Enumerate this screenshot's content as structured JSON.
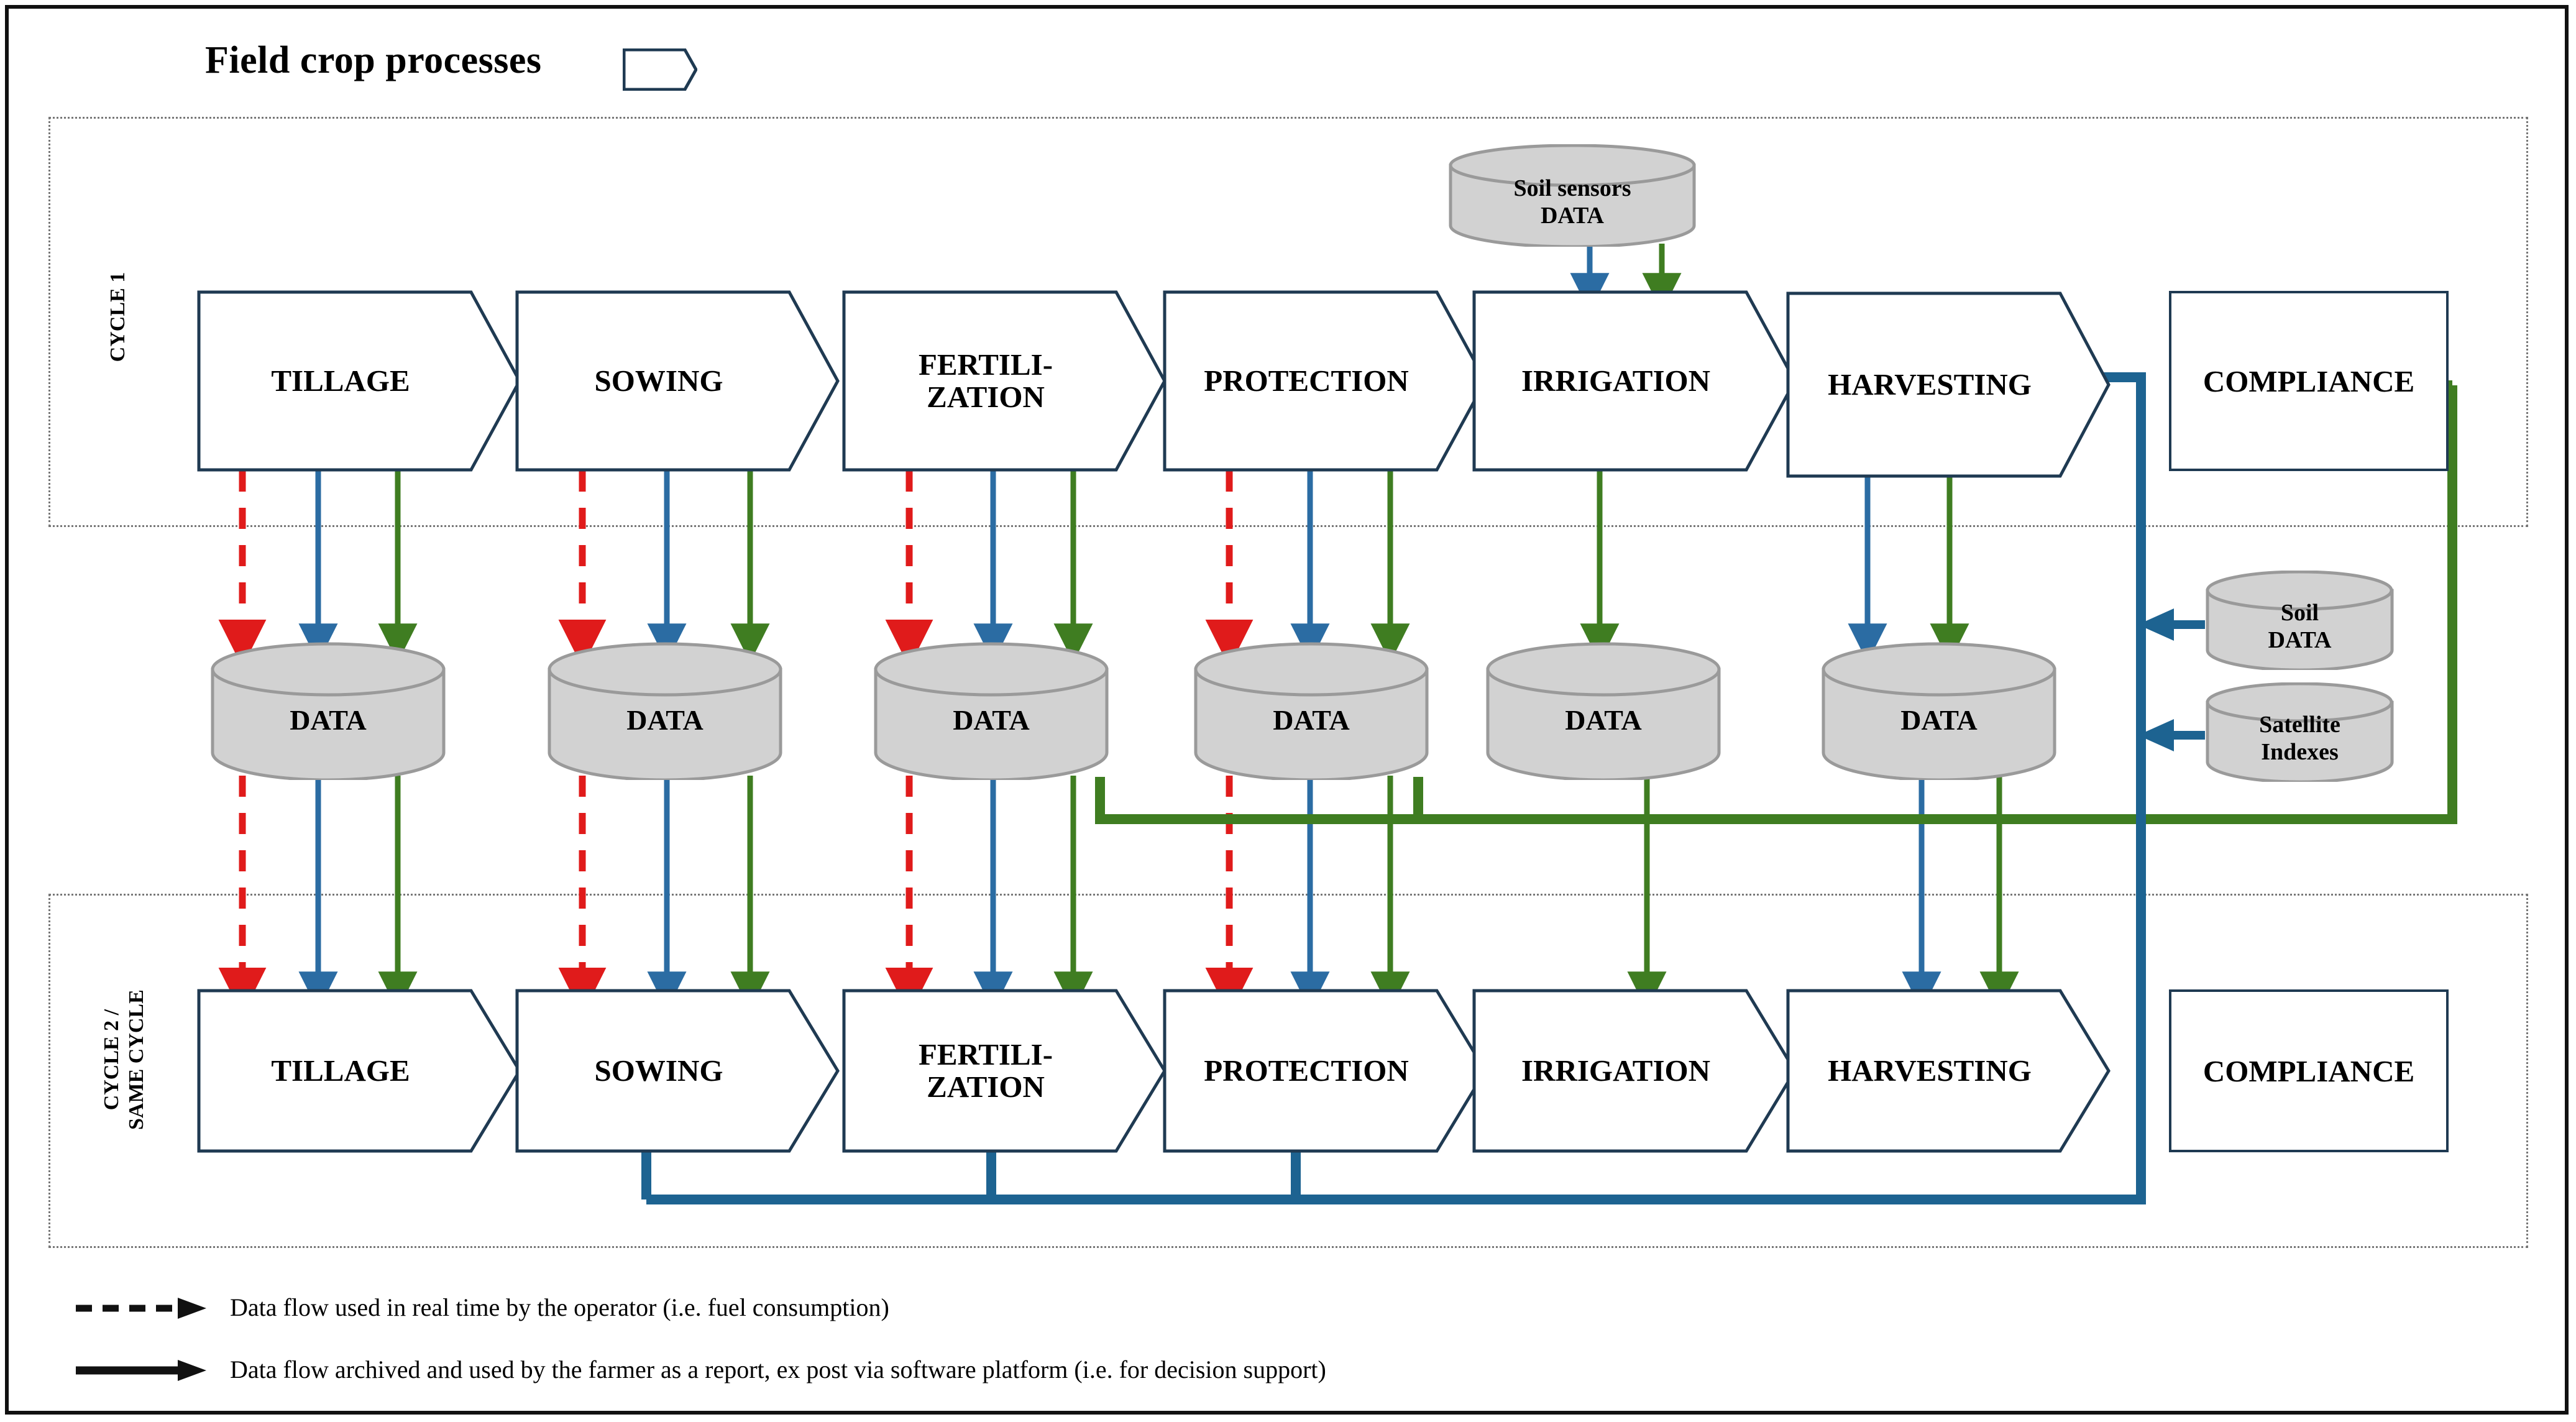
{
  "title": "Field crop processes",
  "cycles": [
    {
      "label": "CYCLE 1"
    },
    {
      "label": "CYCLE 2 /\nSAME CYCLE"
    }
  ],
  "row1_processes": [
    {
      "label": "TILLAGE"
    },
    {
      "label": "SOWING"
    },
    {
      "label": "FERTILI-\nZATION"
    },
    {
      "label": "PROTECTION"
    },
    {
      "label": "IRRIGATION"
    },
    {
      "label": "HARVESTING"
    }
  ],
  "row1_compliance": {
    "label": "COMPLIANCE"
  },
  "row2_processes": [
    {
      "label": "TILLAGE"
    },
    {
      "label": "SOWING"
    },
    {
      "label": "FERTILI-\nZATION"
    },
    {
      "label": "PROTECTION"
    },
    {
      "label": "IRRIGATION"
    },
    {
      "label": "HARVESTING"
    }
  ],
  "row2_compliance": {
    "label": "COMPLIANCE"
  },
  "data_stores": [
    {
      "label": "DATA"
    },
    {
      "label": "DATA"
    },
    {
      "label": "DATA"
    },
    {
      "label": "DATA"
    },
    {
      "label": "DATA"
    },
    {
      "label": "DATA"
    }
  ],
  "soil_sensors": {
    "label": "Soil sensors\nDATA"
  },
  "external_sources": [
    {
      "label": "Soil\nDATA"
    },
    {
      "label": "Satellite\nIndexes"
    }
  ],
  "legend": [
    {
      "style": "dashed",
      "text": "Data flow used in real time by the operator (i.e. fuel consumption)"
    },
    {
      "style": "solid",
      "text": "Data flow archived and used by the farmer as a report, ex post via software platform (i.e. for decision support)"
    }
  ],
  "colors": {
    "outline": "#1f3a52",
    "red": "#e01b1b",
    "blue": "#2b6ca3",
    "blue_dark": "#1d6391",
    "green": "#3f7d21",
    "cylinder_fill": "#d2d2d2",
    "cylinder_stroke": "#9a9a9a",
    "dashed_region": "#777777"
  }
}
